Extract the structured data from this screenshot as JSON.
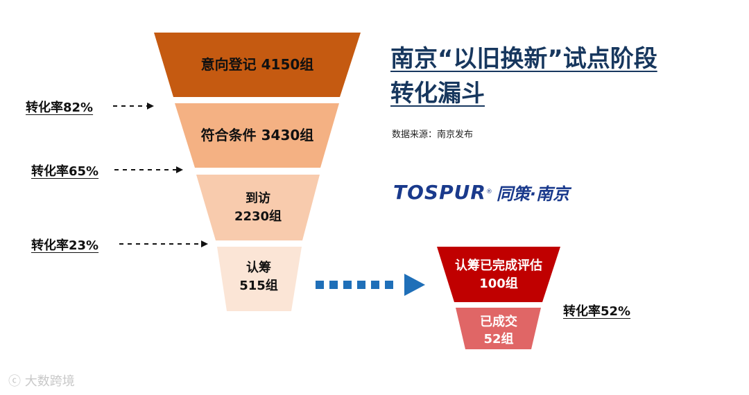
{
  "title": {
    "line1": "南京“以旧换新”试点阶段",
    "line2": "转化漏斗"
  },
  "source": "数据来源：南京发布",
  "logo": {
    "brand": "TOSPUR",
    "city": "同策·南京"
  },
  "funnel_main": [
    {
      "label": "意向登记 4150组",
      "color": "#c55a11"
    },
    {
      "label": "符合条件 3430组",
      "color": "#f4b183"
    },
    {
      "label_line1": "到访",
      "label_line2": "2230组",
      "color": "#f8cbad"
    },
    {
      "label_line1": "认筹",
      "label_line2": "515组",
      "color": "#fbe5d6"
    }
  ],
  "funnel_sub": [
    {
      "label_line1": "认筹已完成评估",
      "label_line2": "100组",
      "color": "#c00000"
    },
    {
      "label_line1": "已成交",
      "label_line2": "52组",
      "color": "#e06666"
    }
  ],
  "conversions": {
    "c1": "转化率82%",
    "c2": "转化率65%",
    "c3": "转化率23%",
    "c4": "转化率52%"
  },
  "colors": {
    "title": "#17375e",
    "arrow_blue": "#1f6fb8",
    "dash": "#111111"
  },
  "watermark": "大数跨境"
}
